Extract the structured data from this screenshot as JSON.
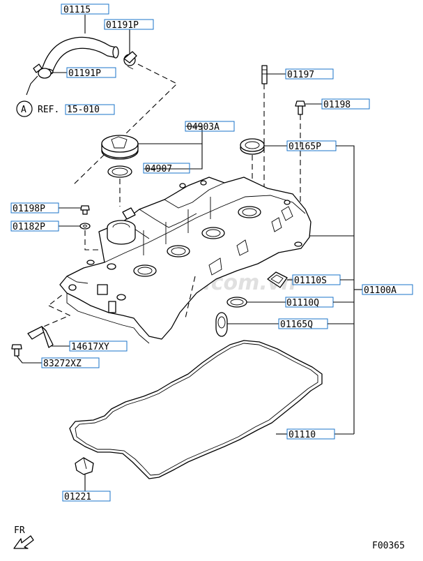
{
  "callouts": {
    "c01115": "01115",
    "c01191p_top": "01191P",
    "c01191p_left": "01191P",
    "ref_circle": "A",
    "ref_text": "REF.",
    "ref_num": "15-010",
    "c01197": "01197",
    "c01198": "01198",
    "c04903a": "04903A",
    "c04907": "04907",
    "c01165p": "01165P",
    "c01198p": "01198P",
    "c01182p": "01182P",
    "c01110s": "01110S",
    "c01100a": "01100A",
    "c01110q": "01110Q",
    "c01165q": "01165Q",
    "c14617xy": "14617XY",
    "c83272xz": "83272XZ",
    "c01110": "01110",
    "c01221": "01221"
  },
  "orientation": {
    "fr_label": "FR"
  },
  "figure_code": "F00365",
  "watermark": "S-Parts.com.vn",
  "colors": {
    "callout_box": "#1a73c9",
    "line": "#000000",
    "watermark": "#c8c8c8"
  }
}
